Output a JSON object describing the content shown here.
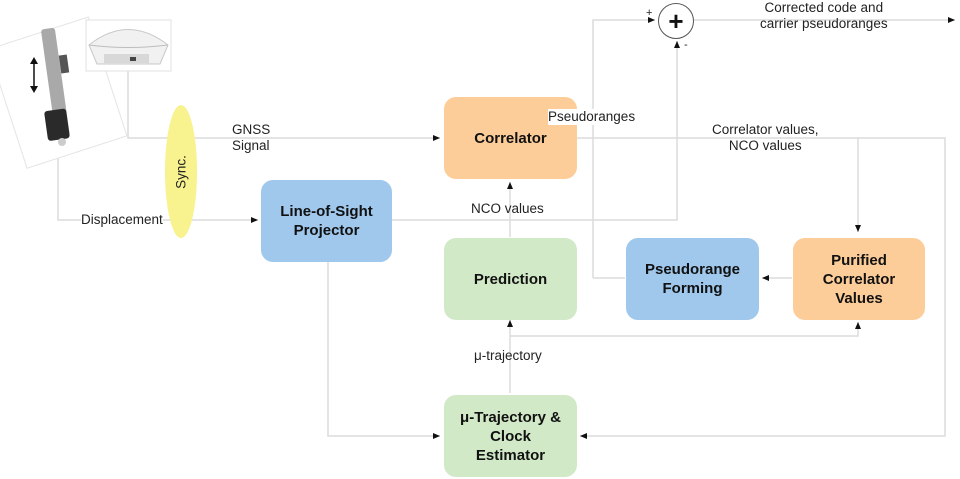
{
  "blocks": {
    "correlator": "Correlator",
    "los_projector": "Line-of-Sight\nProjector",
    "prediction": "Prediction",
    "pseudorange_forming": "Pseudorange\nForming",
    "purified_correlator": "Purified\nCorrelator\nValues",
    "trajectory_estimator": "μ-Trajectory &\nClock\nEstimator"
  },
  "labels": {
    "gnss_signal": "GNSS\nSignal",
    "displacement": "Displacement",
    "sync": "Sync.",
    "pseudoranges": "Pseudoranges",
    "nco_values": "NCO values",
    "correlator_nco": "Correlator values,\nNCO values",
    "mu_trajectory": "μ-trajectory",
    "corrected_output": "Corrected code and\ncarrier pseudoranges"
  },
  "summing_junction": {
    "symbol": "+",
    "plus_sign": "+",
    "minus_sign": "-"
  },
  "images": {
    "linear_stage": "linear-motion-stage",
    "gnss_antenna": "gnss-antenna"
  },
  "colors": {
    "orange_block": "#fdcd99",
    "blue_block": "#9fc8ec",
    "green_block": "#d2e9c8",
    "sync_ellipse": "#f8f28f",
    "wire": "#dcdcdc"
  }
}
